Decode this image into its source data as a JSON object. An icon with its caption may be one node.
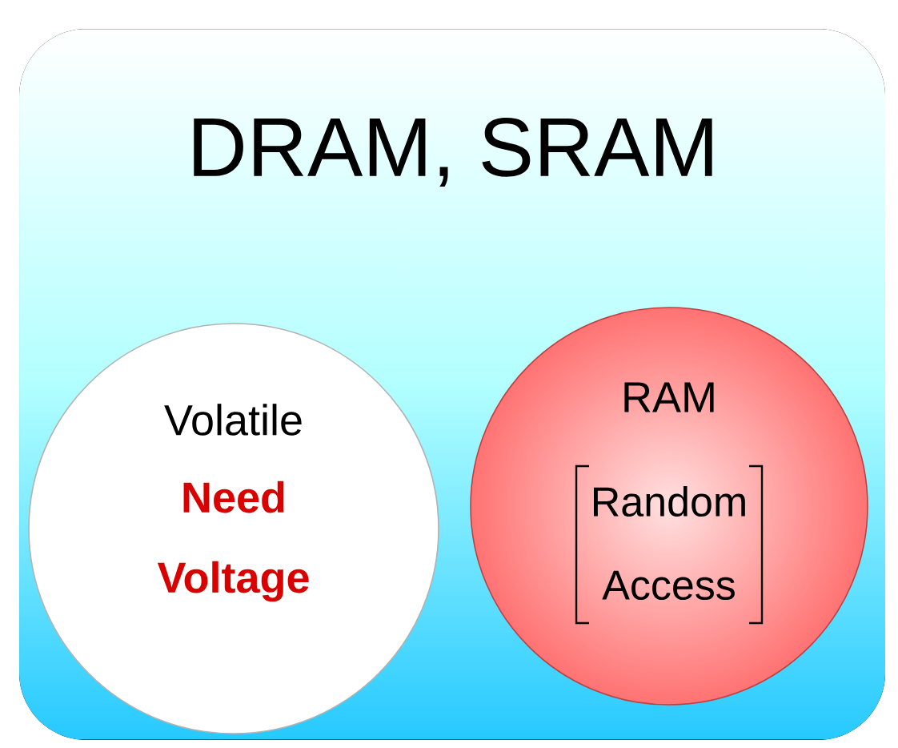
{
  "diagram": {
    "nodes": [
      {
        "text": [
          "DRAM, SRAM"
        ]
      },
      {
        "text": [
          "Volatile",
          "Need Voltage"
        ],
        "in": 0
      },
      {
        "text": [
          "RAM",
          "Random Access"
        ],
        "in": 0
      }
    ]
  }
}
